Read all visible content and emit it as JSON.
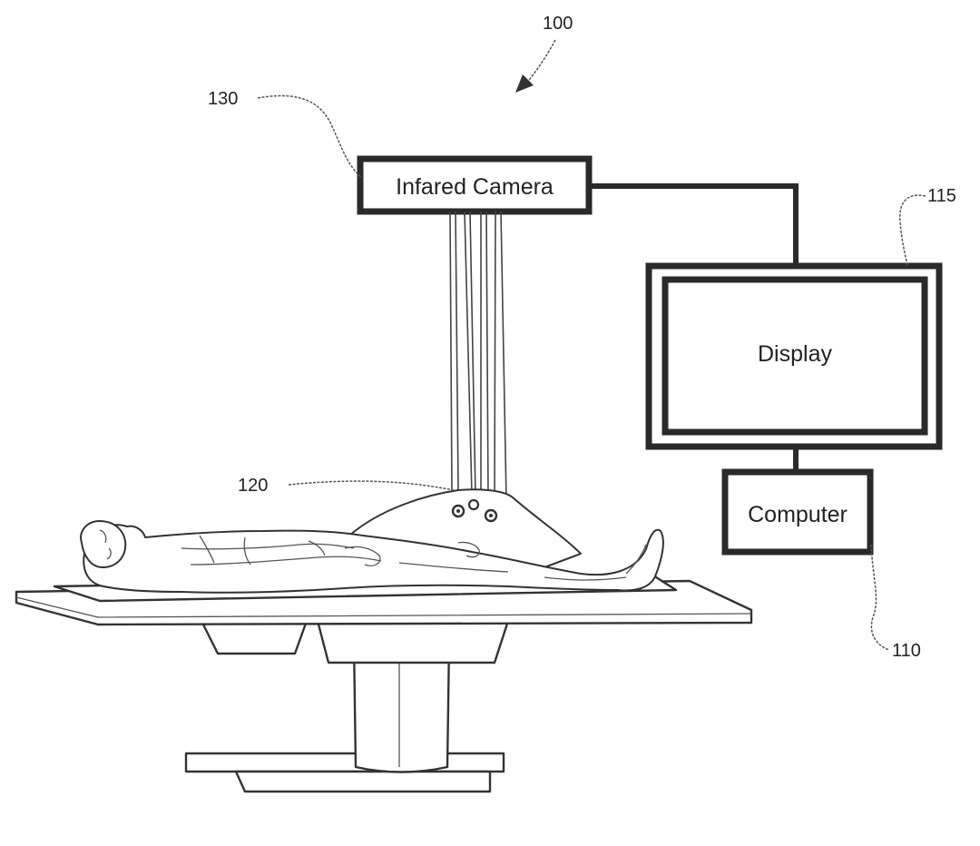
{
  "figure": {
    "ref_numbers": {
      "system": "100",
      "camera": "130",
      "display": "115",
      "markers": "120",
      "computer": "110"
    },
    "components": {
      "camera_label": "Infared Camera",
      "display_label": "Display",
      "computer_label": "Computer"
    }
  }
}
